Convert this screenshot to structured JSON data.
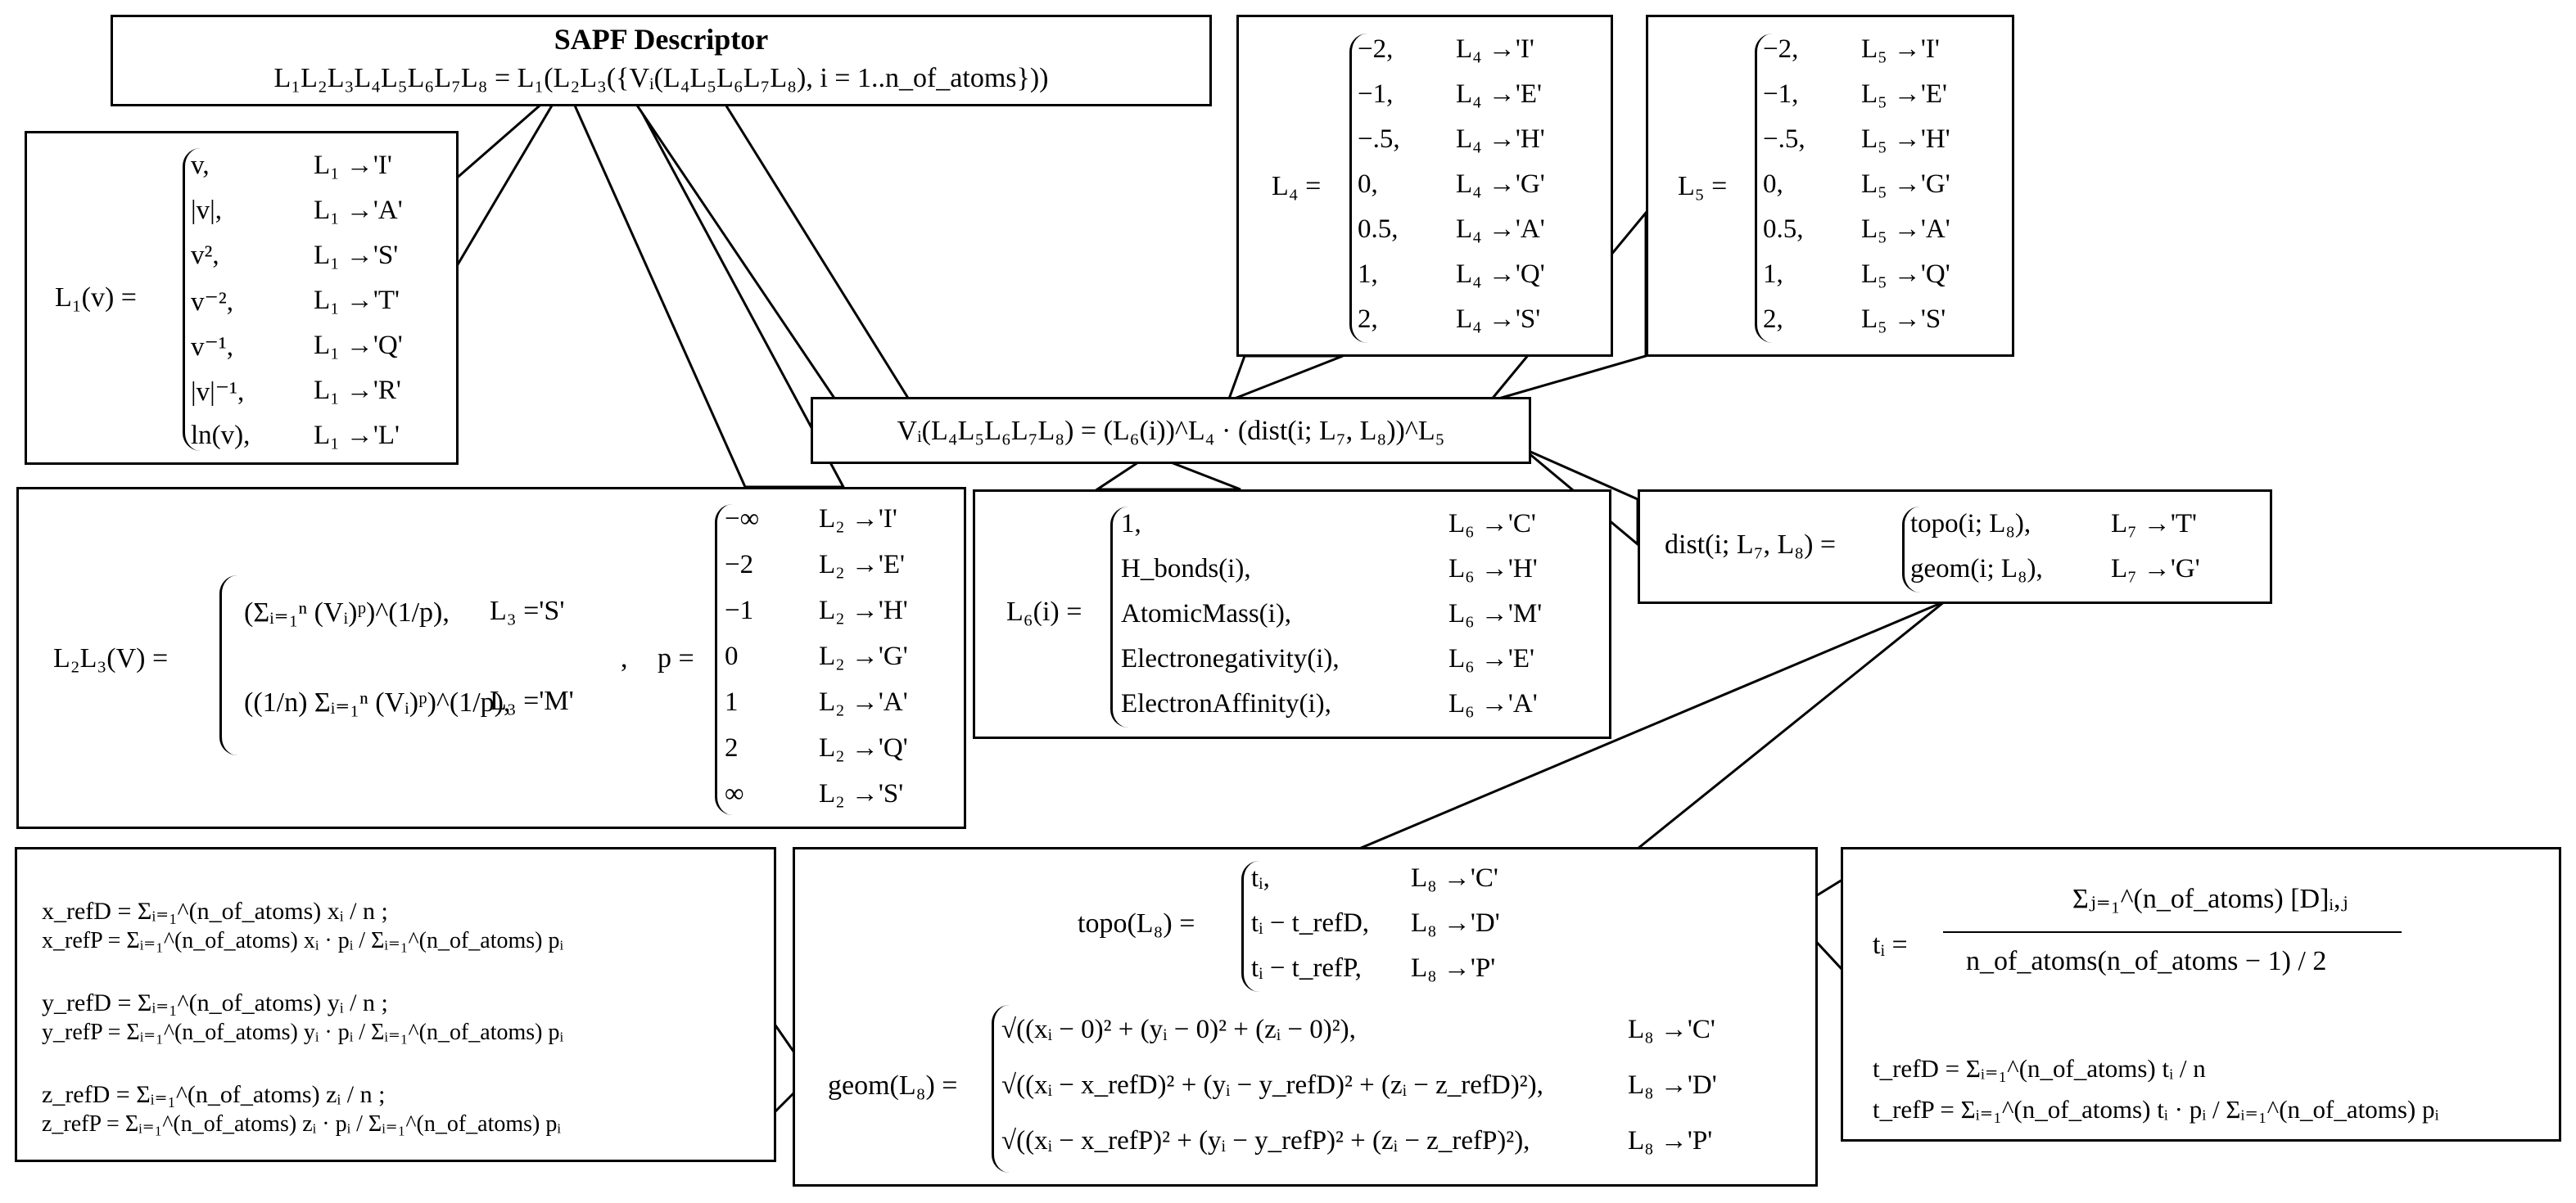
{
  "header": {
    "title": "SAPF Descriptor",
    "formula": "L₁L₂L₃L₄L₅L₆L₇L₈ = L₁(L₂L₃({Vᵢ(L₄L₅L₆L₇L₈), i = 1..n_of_atoms}))"
  },
  "l1": {
    "lhs": "L₁(v) =",
    "cases": [
      {
        "expr": "v,",
        "cond": "L₁ →'I'"
      },
      {
        "expr": "|v|,",
        "cond": "L₁ →'A'"
      },
      {
        "expr": "v²,",
        "cond": "L₁ →'S'"
      },
      {
        "expr": "v⁻²,",
        "cond": "L₁ →'T'"
      },
      {
        "expr": "v⁻¹,",
        "cond": "L₁ →'Q'"
      },
      {
        "expr": "|v|⁻¹,",
        "cond": "L₁ →'R'"
      },
      {
        "expr": "ln(v),",
        "cond": "L₁ →'L'"
      }
    ]
  },
  "l4": {
    "lhs": "L₄ =",
    "cases": [
      {
        "expr": "−2,",
        "cond": "L₄ →'I'"
      },
      {
        "expr": "−1,",
        "cond": "L₄ →'E'"
      },
      {
        "expr": "−.5,",
        "cond": "L₄ →'H'"
      },
      {
        "expr": "0,",
        "cond": "L₄ →'G'"
      },
      {
        "expr": "0.5,",
        "cond": "L₄ →'A'"
      },
      {
        "expr": "1,",
        "cond": "L₄ →'Q'"
      },
      {
        "expr": "2,",
        "cond": "L₄ →'S'"
      }
    ]
  },
  "l5": {
    "lhs": "L₅ =",
    "cases": [
      {
        "expr": "−2,",
        "cond": "L₅ →'I'"
      },
      {
        "expr": "−1,",
        "cond": "L₅ →'E'"
      },
      {
        "expr": "−.5,",
        "cond": "L₅ →'H'"
      },
      {
        "expr": "0,",
        "cond": "L₅ →'G'"
      },
      {
        "expr": "0.5,",
        "cond": "L₅ →'A'"
      },
      {
        "expr": "1,",
        "cond": "L₅ →'Q'"
      },
      {
        "expr": "2,",
        "cond": "L₅ →'S'"
      }
    ]
  },
  "vi": {
    "formula": "Vᵢ(L₄L₅L₆L₇L₈) = (L₆(i))^L₄ · (dist(i; L₇, L₈))^L₅"
  },
  "l2l3": {
    "lhs": "L₂L₃(V) =",
    "case1_expr": "(Σᵢ₌₁ⁿ (Vᵢ)ᵖ)^(1/p),",
    "case1_cond": "L₃ ='S'",
    "case2_expr": "((1/n) Σᵢ₌₁ⁿ (Vᵢ)ᵖ)^(1/p),",
    "case2_cond": "L₃ ='M'",
    "sep": ",",
    "p_lhs": "p =",
    "p_cases": [
      {
        "expr": "−∞",
        "cond": "L₂ →'I'"
      },
      {
        "expr": "−2",
        "cond": "L₂ →'E'"
      },
      {
        "expr": "−1",
        "cond": "L₂ →'H'"
      },
      {
        "expr": "0",
        "cond": "L₂ →'G'"
      },
      {
        "expr": "1",
        "cond": "L₂ →'A'"
      },
      {
        "expr": "2",
        "cond": "L₂ →'Q'"
      },
      {
        "expr": "∞",
        "cond": "L₂ →'S'"
      }
    ]
  },
  "l6": {
    "lhs": "L₆(i) =",
    "cases": [
      {
        "expr": "1,",
        "cond": "L₆ →'C'"
      },
      {
        "expr": "H_bonds(i),",
        "cond": "L₆ →'H'"
      },
      {
        "expr": "AtomicMass(i),",
        "cond": "L₆ →'M'"
      },
      {
        "expr": "Electronegativity(i),",
        "cond": "L₆ →'E'"
      },
      {
        "expr": "ElectronAffinity(i),",
        "cond": "L₆ →'A'"
      }
    ]
  },
  "dist": {
    "lhs": "dist(i; L₇, L₈) =",
    "cases": [
      {
        "expr": "topo(i; L₈),",
        "cond": "L₇ →'T'"
      },
      {
        "expr": "geom(i; L₈),",
        "cond": "L₇ →'G'"
      }
    ]
  },
  "ref": {
    "rows": [
      {
        "left": "x_refD = Σᵢ₌₁^(n_of_atoms) xᵢ / n ;",
        "right": "x_refP = Σᵢ₌₁^(n_of_atoms) xᵢ · pᵢ / Σᵢ₌₁^(n_of_atoms) pᵢ"
      },
      {
        "left": "y_refD = Σᵢ₌₁^(n_of_atoms) yᵢ / n ;",
        "right": "y_refP = Σᵢ₌₁^(n_of_atoms) yᵢ · pᵢ / Σᵢ₌₁^(n_of_atoms) pᵢ"
      },
      {
        "left": "z_refD = Σᵢ₌₁^(n_of_atoms) zᵢ / n ;",
        "right": "z_refP = Σᵢ₌₁^(n_of_atoms) zᵢ · pᵢ / Σᵢ₌₁^(n_of_atoms) pᵢ"
      }
    ]
  },
  "topo": {
    "lhs": "topo(L₈) =",
    "cases": [
      {
        "expr": "tᵢ,",
        "cond": "L₈ →'C'"
      },
      {
        "expr": "tᵢ − t_refD,",
        "cond": "L₈ →'D'"
      },
      {
        "expr": "tᵢ − t_refP,",
        "cond": "L₈ →'P'"
      }
    ]
  },
  "geom": {
    "lhs": "geom(L₈) =",
    "cases": [
      {
        "expr": "√((xᵢ − 0)² + (yᵢ − 0)² + (zᵢ − 0)²),",
        "cond": "L₈ →'C'"
      },
      {
        "expr": "√((xᵢ − x_refD)² + (yᵢ − y_refD)² + (zᵢ − z_refD)²),",
        "cond": "L₈ →'D'"
      },
      {
        "expr": "√((xᵢ − x_refP)² + (yᵢ − y_refP)² + (zᵢ − z_refP)²),",
        "cond": "L₈ →'P'"
      }
    ]
  },
  "ti": {
    "lhs": "tᵢ =",
    "numerator": "Σⱼ₌₁^(n_of_atoms) [D]ᵢ,ⱼ",
    "denominator": "n_of_atoms(n_of_atoms − 1) / 2",
    "refD": "t_refD = Σᵢ₌₁^(n_of_atoms) tᵢ / n",
    "refP": "t_refP = Σᵢ₌₁^(n_of_atoms) tᵢ · pᵢ / Σᵢ₌₁^(n_of_atoms) pᵢ"
  }
}
